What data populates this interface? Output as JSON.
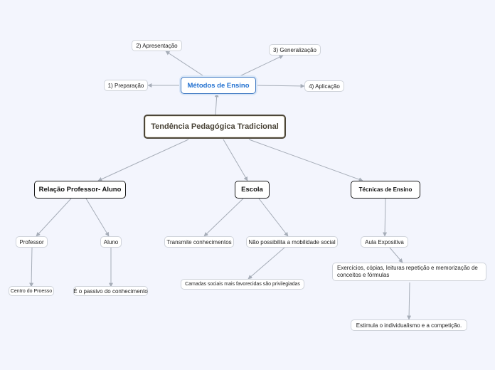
{
  "central": {
    "label": "Tendência Pedagógica Tradicional"
  },
  "methods": {
    "label": "Métodos de Ensino",
    "steps": [
      "1) Preparação",
      "2) Apresentação",
      "3) Generalização",
      "4) Aplicação"
    ]
  },
  "relacao": {
    "label": "Relação Professor- Aluno",
    "professor": "Professor",
    "professor_child": "Centro do Proesso",
    "aluno": "Aluno",
    "aluno_child": "É o passivo do conhecimento"
  },
  "escola": {
    "label": "Escola",
    "transmite": "Transmite conhecimentos",
    "nao": "Não possibilita a mobilidade social",
    "camadas": "Camadas sociais mais favorecidas são privilegiadas"
  },
  "tecnicas": {
    "label": "Técnicas de Ensino",
    "aula": "Aula Expositiva",
    "exercicios": "Exercícios, cópias, leituras repetição e memorização de conceitos e fórmulas",
    "estimula": "Estimula o individualismo e a competição."
  },
  "colors": {
    "edge": "#a6adb8",
    "methods_border": "#3f78c2",
    "methods_text": "#1f6fd0",
    "central_text": "#4a4438"
  }
}
